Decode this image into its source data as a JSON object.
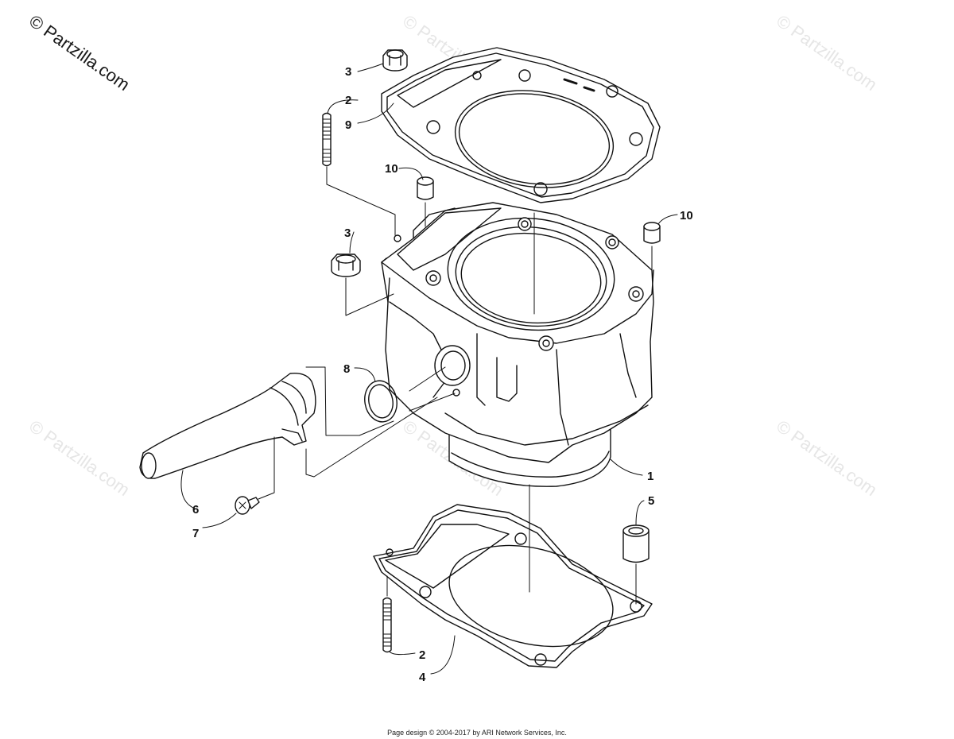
{
  "watermark_main": "© Partzilla.com",
  "watermark_faint": "© Partzilla.com",
  "footer": "Page design © 2004-2017 by ARI Network Services, Inc.",
  "callouts": {
    "c1": "1",
    "c2a": "2",
    "c2b": "2",
    "c3a": "3",
    "c3b": "3",
    "c4": "4",
    "c5": "5",
    "c6": "6",
    "c7": "7",
    "c8": "8",
    "c9": "9",
    "c10a": "10",
    "c10b": "10"
  }
}
